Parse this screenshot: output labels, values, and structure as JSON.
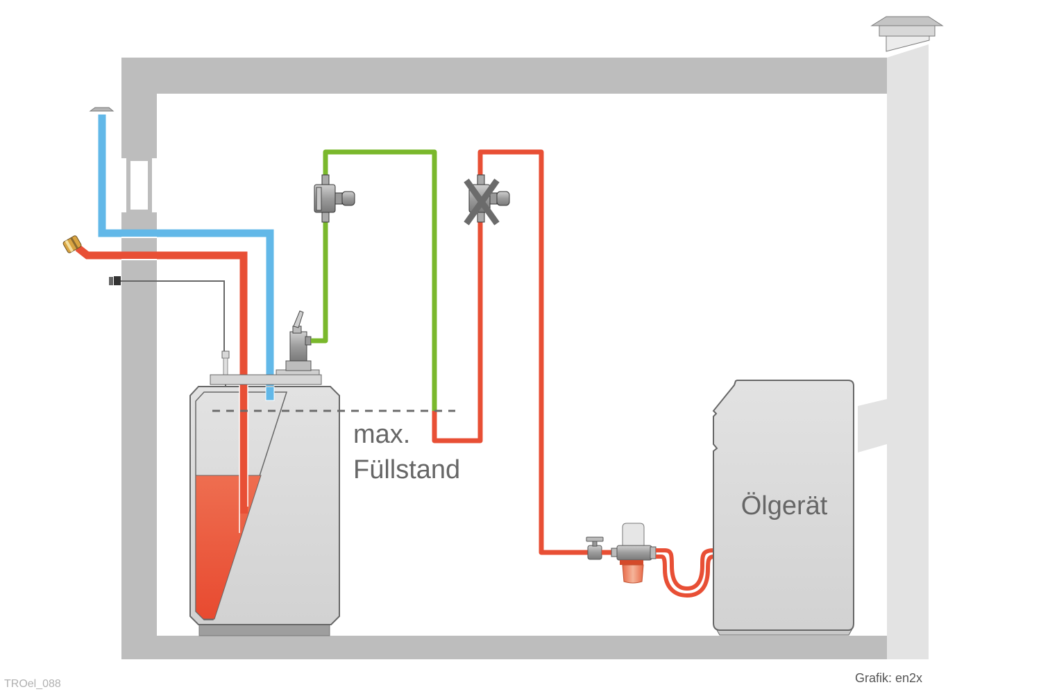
{
  "diagram": {
    "title": "Oil tank installation schematic",
    "labels": {
      "max_level_line1": "max.",
      "max_level_line2": "Füllstand",
      "burner": "Ölgerät",
      "image_code": "TROel_088",
      "credit": "Grafik: en2x"
    },
    "lines": [
      {
        "name": "vent-line",
        "color": "#62b8e8"
      },
      {
        "name": "fill-line",
        "color": "#e84f35"
      },
      {
        "name": "suction-line-crossed",
        "color": "#e84f35"
      },
      {
        "name": "return-line",
        "color": "#7ab82c"
      },
      {
        "name": "level-sensor-cable",
        "color": "#666666"
      }
    ],
    "components": [
      "vent-cap",
      "fill-connector",
      "level-sensor-plug",
      "tank",
      "tank-valve",
      "check-valve",
      "check-valve-crossed",
      "shutoff-valve",
      "oil-filter",
      "oil-burner",
      "chimney",
      "chimney-cap"
    ],
    "colors": {
      "wall": "#bdbdbd",
      "chimney": "#e3e3e3",
      "device_fill": "#dcdcdc",
      "oil": "#e8583a",
      "text": "#666666"
    }
  }
}
